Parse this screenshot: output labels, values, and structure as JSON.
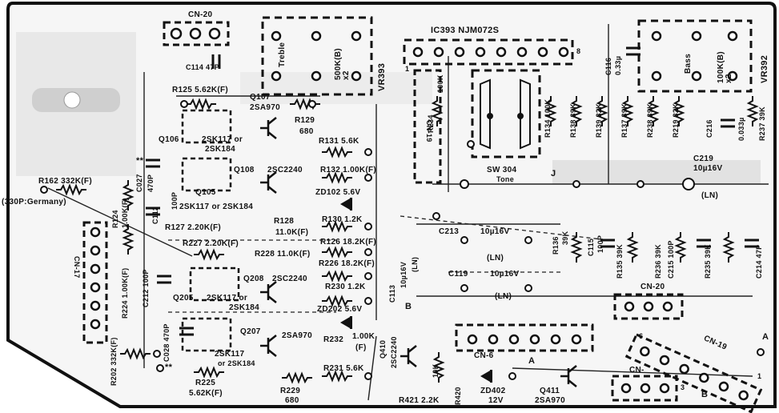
{
  "labels": {
    "cn20_top": "CN-20",
    "c114": "C114  47P",
    "treble": "Treble",
    "treble_val": "500K(B)\nx2",
    "vr393": "VR393",
    "ic393": "IC393  NJM072S",
    "ic_pin1": "1",
    "ic_pin8": "8",
    "c116": "C116",
    "c116_val": "0.33µ",
    "bass": "Bass",
    "bass_val": "100K(B)\nx2",
    "vr392": "VR392",
    "r125": "R125   5.62K(F)",
    "q107": "Q107",
    "q107_type": "2SA970",
    "r129": "R129",
    "r129_val": "680",
    "r234": "R234",
    "r234_val": "100K",
    "cn19_left": "CN-19",
    "sw304": "SW 304",
    "tone": "Tone",
    "r134": "R134   100K",
    "r138": "R138   39K",
    "r139": "R139   82K",
    "r137": "R137   39K",
    "r238": "R238   39K",
    "r219": "R219   82K",
    "c216": "C216",
    "c216_val": "0.033µ",
    "r237": "R237   39K",
    "q106": "Q106",
    "q106_type": "2SK117 or",
    "q106_type2": "2SK184",
    "c027": "C027",
    "c027_val": "470P",
    "stars1": "**",
    "q108": "Q108",
    "q108_type": "2SC2240",
    "r131": "R131   5.6K",
    "r132": "R132 1.00K(F)",
    "zd102": "ZD102  5.6V",
    "c219": "C219",
    "c219_val": "10µ16V",
    "c219_ln": "(LN)",
    "j_mark": "J",
    "r162": "R162  332K(F)",
    "r124": "R124",
    "r124_val": "1.00K(F)",
    "c112": "C112",
    "c112_val": "100P",
    "q105": "Q105",
    "q105_type": "2SK117 or 2SK184",
    "germany": "(330P:Germany)",
    "r128": "R128",
    "r128_val": "11.0K(F)",
    "r130": "R130   1.2K",
    "r127": "R127  2.20K(F)",
    "r227": "R227  2.20K(F)",
    "r126": "R126  18.2K(F)",
    "c213": "C213",
    "c213_val": "10µ16V",
    "c213_ln": "(LN)",
    "r136": "R136",
    "r136_val": "39K",
    "c115": "C115",
    "c115_val": "100P",
    "r135": "R135   39K",
    "r236": "R236   39K",
    "c215": "C215   100P",
    "r235": "R235   39K",
    "c214": "C214   47P",
    "cn17": "CN-17",
    "r224": "R224  1.00K(F)",
    "c212": "C212  100P",
    "r228": "R228  11.0K(F)",
    "r226": "R226  18.2K(F)",
    "q208": "Q208",
    "q208_type": "2SC2240",
    "c113": "C113",
    "c113_val": "10µ16V",
    "c113_ln": "(LN)",
    "c119": "C119",
    "c119_val": "10µ16V",
    "c119_ln": "(LN)",
    "cn20_right": "CN-20",
    "q205": "Q205",
    "q205_type": "2SK117 or",
    "q205_type2": "2SK184",
    "r230": "R230   1.2K",
    "zd202": "ZD202   5.6V",
    "c028": "C028  470P",
    "stars2": "**",
    "q207": "Q207",
    "q207_type": "2SA970",
    "r232": "R232",
    "r232_val": "1.00K",
    "r232_f": "(F)",
    "q410": "Q410",
    "q410_type": "2SC2240",
    "cn6": "CN-6",
    "cn19_right": "CN-19",
    "cn_small": "CN-",
    "q207_part": "2SK117",
    "q207_part2": "or 2SK184",
    "r231": "R231   5.6K",
    "r202": "R202  332K(F)",
    "r225": "R225",
    "r225_val": "5.62K(F)",
    "r229": "R229",
    "r229_val": "680",
    "r421": "R421  2.2K",
    "r420": "R420",
    "r420_val": "10K",
    "zd402": "ZD402",
    "zd402_val": "12V",
    "q411": "Q411",
    "q411_type": "2SA970",
    "mark_a": "A",
    "mark_a2": "A",
    "mark_b": "B",
    "mark_b2": "B",
    "pin6": "6",
    "pin1": "1",
    "pin3": "3"
  }
}
